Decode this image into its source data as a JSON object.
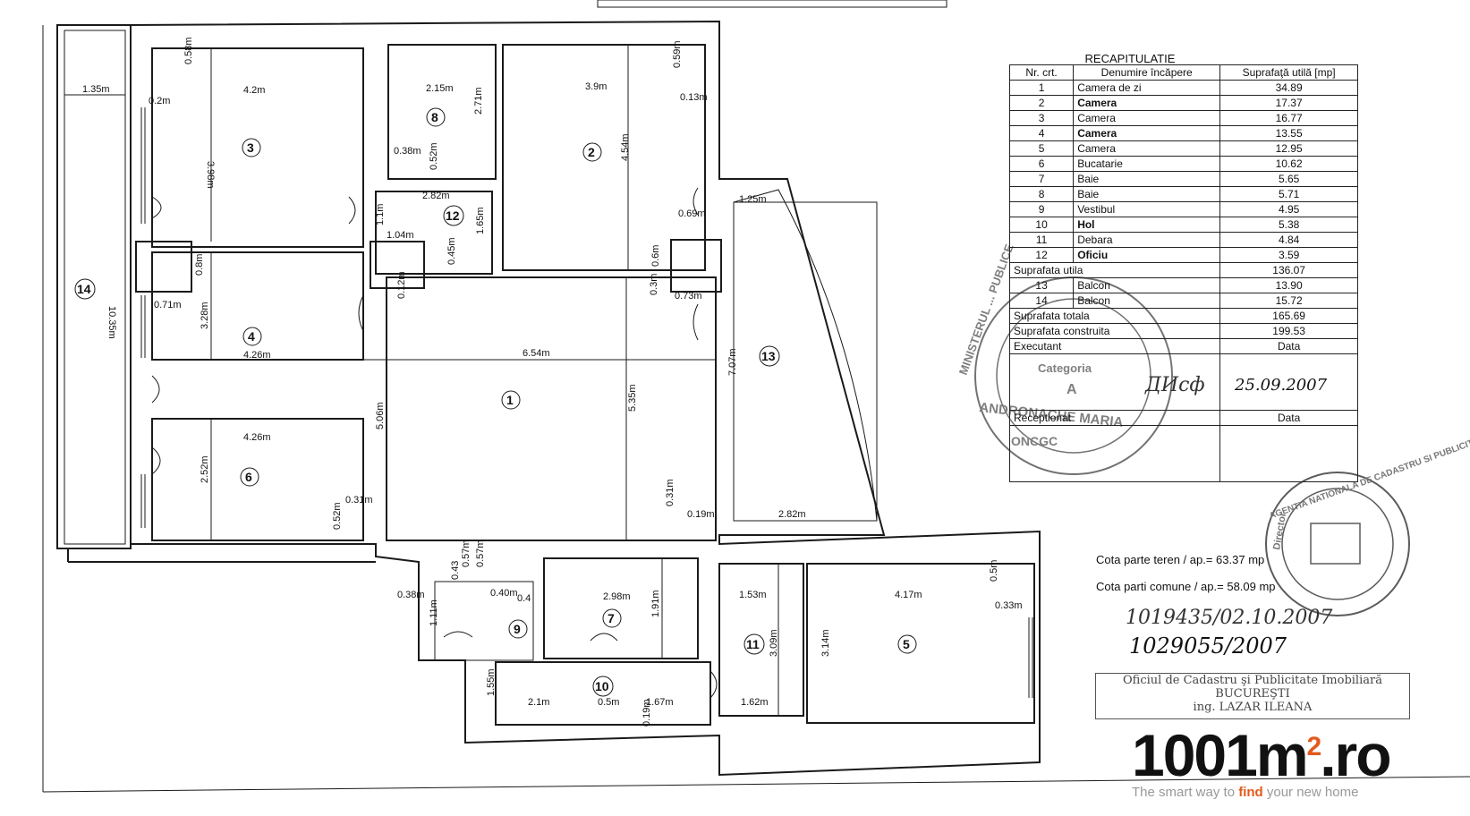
{
  "recap": {
    "title": "RECAPITULATIE",
    "headers": [
      "Nr. crt.",
      "Denumire încăpere",
      "Suprafaţă utilă [mp]"
    ],
    "rows": [
      {
        "nr": "1",
        "name": "Camera de zi",
        "area": "34.89"
      },
      {
        "nr": "2",
        "name": "Camera",
        "area": "17.37"
      },
      {
        "nr": "3",
        "name": "Camera",
        "area": "16.77"
      },
      {
        "nr": "4",
        "name": "Camera",
        "area": "13.55"
      },
      {
        "nr": "5",
        "name": "Camera",
        "area": "12.95"
      },
      {
        "nr": "6",
        "name": "Bucatarie",
        "area": "10.62"
      },
      {
        "nr": "7",
        "name": "Baie",
        "area": "5.65"
      },
      {
        "nr": "8",
        "name": "Baie",
        "area": "5.71"
      },
      {
        "nr": "9",
        "name": "Vestibul",
        "area": "4.95"
      },
      {
        "nr": "10",
        "name": "Hol",
        "area": "5.38"
      },
      {
        "nr": "11",
        "name": "Debara",
        "area": "4.84"
      },
      {
        "nr": "12",
        "name": "Oficiu",
        "area": "3.59"
      }
    ],
    "suprafata_utila_label": "Suprafata utila",
    "suprafata_utila_value": "136.07",
    "balcon_rows": [
      {
        "nr": "13",
        "name": "Balcon",
        "area": "13.90"
      },
      {
        "nr": "14",
        "name": "Balcon",
        "area": "15.72"
      }
    ],
    "suprafata_totala_label": "Suprafata totala",
    "suprafata_totala_value": "165.69",
    "suprafata_construita_label": "Suprafata construita",
    "suprafata_construita_value": "199.53",
    "executant_label": "Executant",
    "data_label": "Data",
    "executant_date": "25.09.2007",
    "receptionat_label": "Receptionat",
    "receptionat_data_label": "Data"
  },
  "stamp": {
    "ring_text": "MINISTERUL ... PUBLICE",
    "category": "Categoria",
    "grade": "A",
    "name": "ANDRONACHE MARIA",
    "bottom": "ONCGC"
  },
  "cota": {
    "teren": "Cota parte teren / ap.= 63.37 mp",
    "comune": "Cota parti comune / ap.= 58.09 mp"
  },
  "handwritten": {
    "line1": "1019435/02.10.2007",
    "line2": "1029055/2007"
  },
  "oficiu_stamp": {
    "line1": "Oficiul de Cadastru şi Publicitate Imobiliară",
    "line2": "BUCUREŞTI",
    "line3": "ing. LAZAR ILEANA"
  },
  "agency_stamp": {
    "ring": "AGENTIA NATIONALA DE CADASTRU SI PUBLICITATE IMOBILIARA",
    "center": "Director"
  },
  "logo": {
    "part1": "1001m",
    "sup": "2",
    "part2": ".ro",
    "tag_before": "The smart way to ",
    "tag_find": "find",
    "tag_after": " your new home"
  },
  "plan": {
    "rooms": [
      "1",
      "2",
      "3",
      "4",
      "5",
      "6",
      "7",
      "8",
      "9",
      "10",
      "11",
      "12",
      "13",
      "14"
    ],
    "dims": {
      "d1": "1.35m",
      "d2": "0.58m",
      "d3": "4.2m",
      "d4": "0.2m",
      "d5": "3.98m",
      "d6": "2.15m",
      "d7": "2.71m",
      "d8": "3.9m",
      "d9": "0.59m",
      "d10": "0.13m",
      "d11": "4.54m",
      "d12": "0.38m",
      "d13": "0.52m",
      "d14": "2.82m",
      "d15": "1.1m",
      "d16": "1.04m",
      "d17": "1.65m",
      "d18": "0.45m",
      "d19": "0.69m",
      "d20": "0.6m",
      "d21": "0.12m",
      "d22": "0.8m",
      "d23": "0.71m",
      "d24": "3.28m",
      "d25": "4.26m",
      "d26": "6.54m",
      "d27": "0.3m",
      "d28": "0.73m",
      "d29": "1.25m",
      "d30": "7.07m",
      "d31": "10.35m",
      "d32": "5.35m",
      "d33": "5.06m",
      "d34": "4.26m",
      "d35": "2.52m",
      "d36": "0.31m",
      "d37": "0.52m",
      "d38": "0.31m",
      "d39": "0.19m",
      "d40": "2.82m",
      "d41": "0.43",
      "d42": "0.57m",
      "d43": "0.57m",
      "d44": "0.38m",
      "d45": "0.40m",
      "d46": "0.4",
      "d47": "1.11m",
      "d48": "2.98m",
      "d49": "1.91m",
      "d50": "1.53m",
      "d51": "4.17m",
      "d52": "0.5m",
      "d53": "0.33m",
      "d54": "3.09m",
      "d55": "3.14m",
      "d56": "1.55m",
      "d57": "2.1m",
      "d58": "0.5m",
      "d59": "1.67m",
      "d60": "1.62m",
      "d61": "0.19m"
    }
  }
}
